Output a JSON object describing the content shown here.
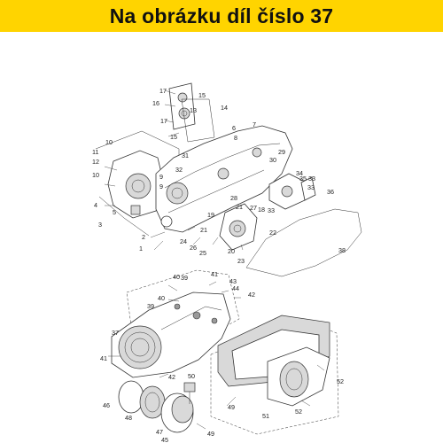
{
  "banner": {
    "text": "Na obrázku díl číslo 37",
    "color": "#ffd400"
  },
  "callouts": [
    {
      "id": "c17a",
      "text": "17"
    },
    {
      "id": "c16",
      "text": "16"
    },
    {
      "id": "c15a",
      "text": "15"
    },
    {
      "id": "c13",
      "text": "13"
    },
    {
      "id": "c14",
      "text": "14"
    },
    {
      "id": "c17b",
      "text": "17"
    },
    {
      "id": "c15b",
      "text": "15"
    },
    {
      "id": "c7",
      "text": "7"
    },
    {
      "id": "c6",
      "text": "6"
    },
    {
      "id": "c8",
      "text": "8"
    },
    {
      "id": "c29",
      "text": "29"
    },
    {
      "id": "c30",
      "text": "30"
    },
    {
      "id": "c10a",
      "text": "10"
    },
    {
      "id": "c11",
      "text": "11"
    },
    {
      "id": "c31",
      "text": "31"
    },
    {
      "id": "c12",
      "text": "12"
    },
    {
      "id": "c32",
      "text": "32"
    },
    {
      "id": "c10b",
      "text": "10"
    },
    {
      "id": "c9a",
      "text": "9"
    },
    {
      "id": "c9b",
      "text": "9"
    },
    {
      "id": "c34",
      "text": "34"
    },
    {
      "id": "c35",
      "text": "35"
    },
    {
      "id": "c33a",
      "text": "33"
    },
    {
      "id": "c33b",
      "text": "33"
    },
    {
      "id": "c36",
      "text": "36"
    },
    {
      "id": "c4",
      "text": "4"
    },
    {
      "id": "c5",
      "text": "5"
    },
    {
      "id": "c3",
      "text": "3"
    },
    {
      "id": "c28",
      "text": "28"
    },
    {
      "id": "c21",
      "text": "21"
    },
    {
      "id": "c27",
      "text": "27"
    },
    {
      "id": "c18",
      "text": "18"
    },
    {
      "id": "c33c",
      "text": "33"
    },
    {
      "id": "c19",
      "text": "19"
    },
    {
      "id": "c22",
      "text": "22"
    },
    {
      "id": "c2",
      "text": "2"
    },
    {
      "id": "c21b",
      "text": "21"
    },
    {
      "id": "c24",
      "text": "24"
    },
    {
      "id": "c1",
      "text": "1"
    },
    {
      "id": "c26",
      "text": "26"
    },
    {
      "id": "c25",
      "text": "25"
    },
    {
      "id": "c20",
      "text": "20"
    },
    {
      "id": "c23",
      "text": "23"
    },
    {
      "id": "c38",
      "text": "38"
    },
    {
      "id": "c41a",
      "text": "41"
    },
    {
      "id": "c40a",
      "text": "40"
    },
    {
      "id": "c39a",
      "text": "39"
    },
    {
      "id": "c43",
      "text": "43"
    },
    {
      "id": "c44",
      "text": "44"
    },
    {
      "id": "c42a",
      "text": "42"
    },
    {
      "id": "c40b",
      "text": "40"
    },
    {
      "id": "c39b",
      "text": "39"
    },
    {
      "id": "c37",
      "text": "37"
    },
    {
      "id": "c41b",
      "text": "41"
    },
    {
      "id": "c42b",
      "text": "42"
    },
    {
      "id": "c50",
      "text": "50"
    },
    {
      "id": "c46",
      "text": "46"
    },
    {
      "id": "c48",
      "text": "48"
    },
    {
      "id": "c47",
      "text": "47"
    },
    {
      "id": "c45",
      "text": "45"
    },
    {
      "id": "c49a",
      "text": "49"
    },
    {
      "id": "c49b",
      "text": "49"
    },
    {
      "id": "c51",
      "text": "51"
    },
    {
      "id": "c52a",
      "text": "52"
    },
    {
      "id": "c52b",
      "text": "52"
    }
  ]
}
